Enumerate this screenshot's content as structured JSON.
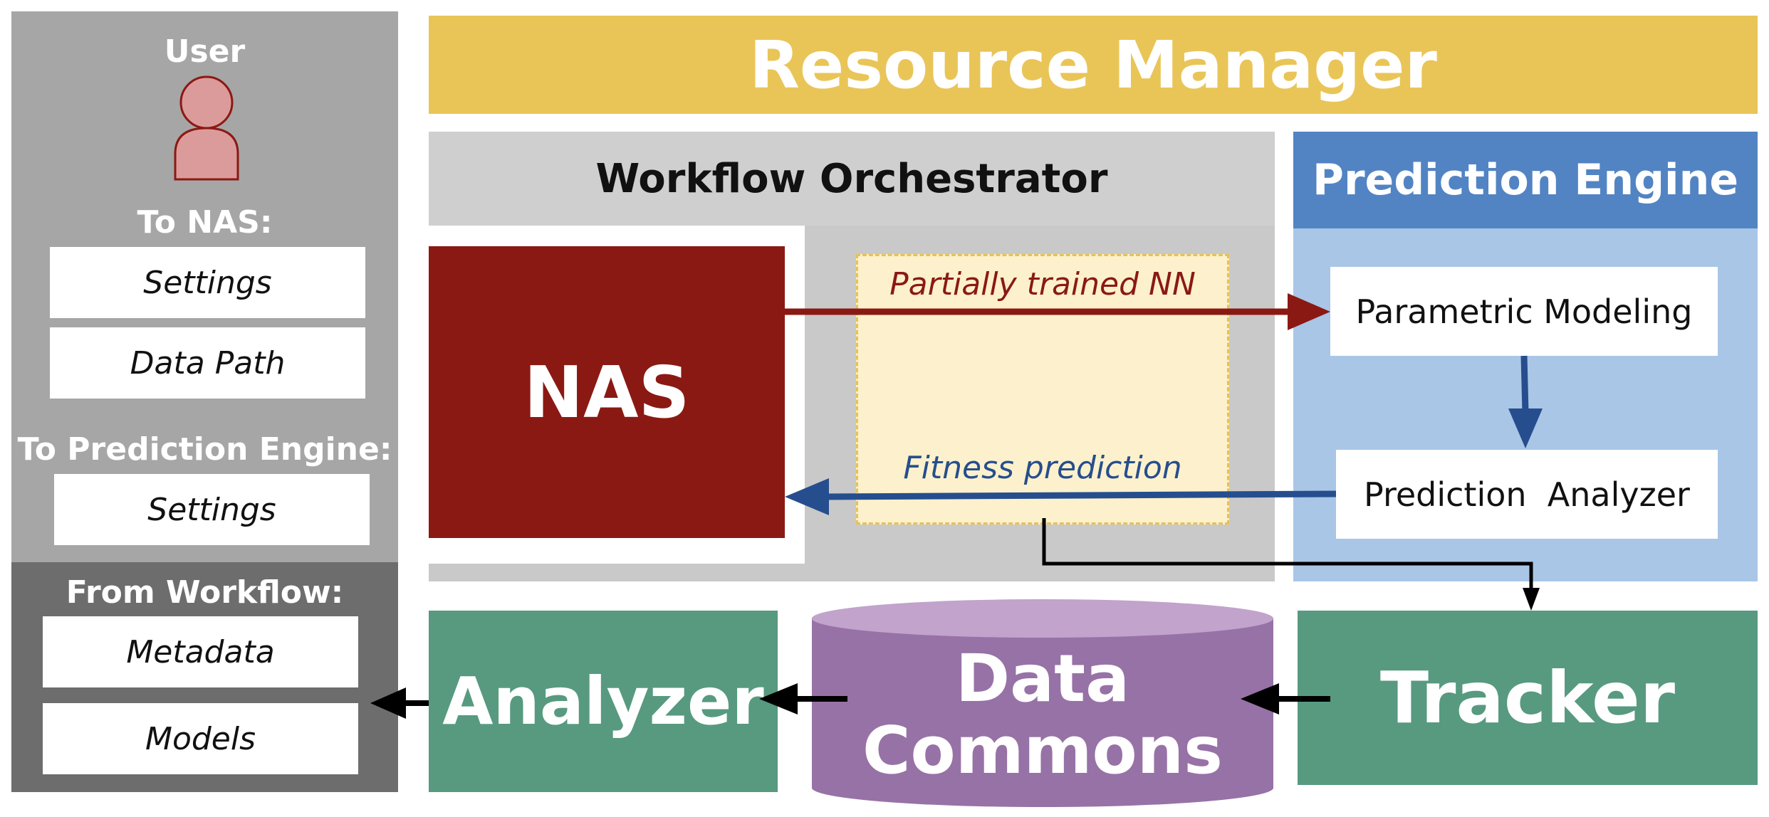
{
  "user_panel": {
    "user_label": "User",
    "to_nas_heading": "To NAS:",
    "to_nas_items": [
      "Settings",
      "Data Path"
    ],
    "to_pe_heading": "To Prediction Engine:",
    "to_pe_items": [
      "Settings"
    ],
    "from_workflow_heading": "From Workflow:",
    "from_workflow_items": [
      "Metadata",
      "Models"
    ]
  },
  "resource_manager": {
    "label": "Resource Manager"
  },
  "workflow_orchestrator": {
    "title": "Workflow Orchestrator",
    "nas_label": "NAS",
    "partially_trained_label": "Partially trained NN",
    "fitness_prediction_label": "Fitness prediction"
  },
  "prediction_engine": {
    "title": "Prediction Engine",
    "parametric_modeling": "Parametric Modeling",
    "prediction_analyzer": "Prediction  Analyzer"
  },
  "bottom_row": {
    "analyzer": "Analyzer",
    "data_commons_line1": "Data",
    "data_commons_line2": "Commons",
    "tracker": "Tracker"
  },
  "colors": {
    "resource_manager": "#e9c558",
    "nas": "#8b1913",
    "prediction_engine_header": "#5284c4",
    "prediction_engine_body": "#a9c6e6",
    "green_blocks": "#579a80",
    "data_commons": "#9772a6",
    "user_icon": "#dc9b9b",
    "arrow_red": "#8b1913",
    "arrow_blue": "#264e8e",
    "arrow_black": "#000000"
  },
  "icons": {
    "user": "person-icon"
  }
}
